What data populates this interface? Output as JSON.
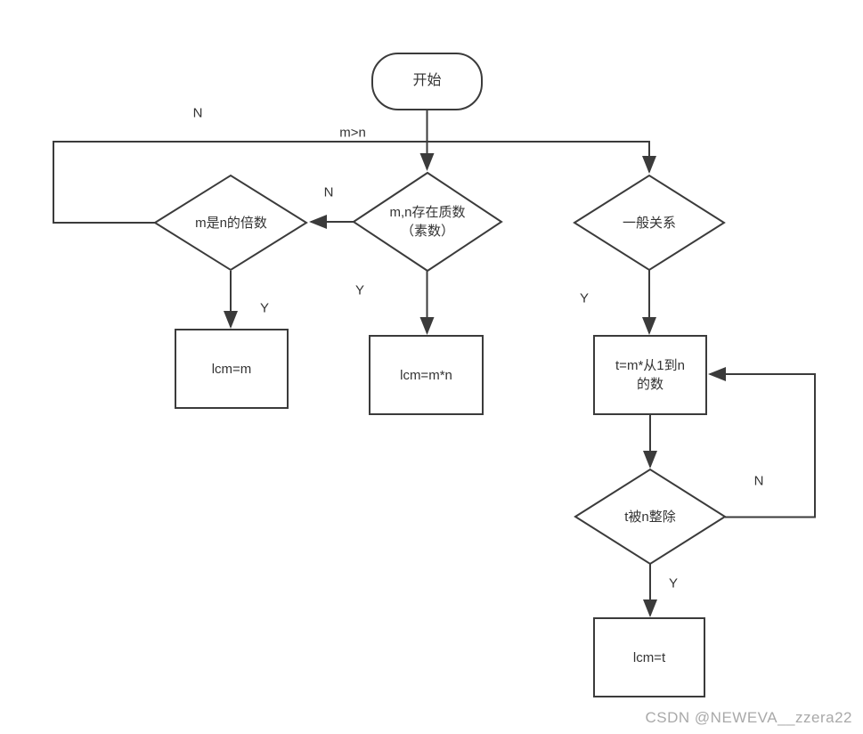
{
  "flowchart": {
    "colors": {
      "line": "#3b3b3b",
      "text": "#333333",
      "node-bg": "#ffffff",
      "watermark": "#a9a9a9",
      "background": "#ffffff"
    },
    "nodes": {
      "start": {
        "label": "开始"
      },
      "multiple_check": {
        "label": "m是n的倍数"
      },
      "prime_check": {
        "label": "m,n存在质数\n（素数）"
      },
      "general_check": {
        "label": "一般关系"
      },
      "divisible_check": {
        "label": "t被n整除"
      },
      "lcm_m": {
        "label": "lcm=m"
      },
      "lcm_mn": {
        "label": "lcm=m*n"
      },
      "t_assign": {
        "label": "t=m*从1到n\n的数"
      },
      "lcm_t": {
        "label": "lcm=t"
      }
    },
    "edge_labels": {
      "top_left_n": "N",
      "m_gt_n": "m>n",
      "prime_no_n": "N",
      "multiple_yes_y": "Y",
      "prime_yes_y": "Y",
      "general_yes_y": "Y",
      "loop_n": "N",
      "divisible_yes_y": "Y"
    }
  },
  "watermark": {
    "text": "CSDN @NEWEVA__zzera22"
  }
}
